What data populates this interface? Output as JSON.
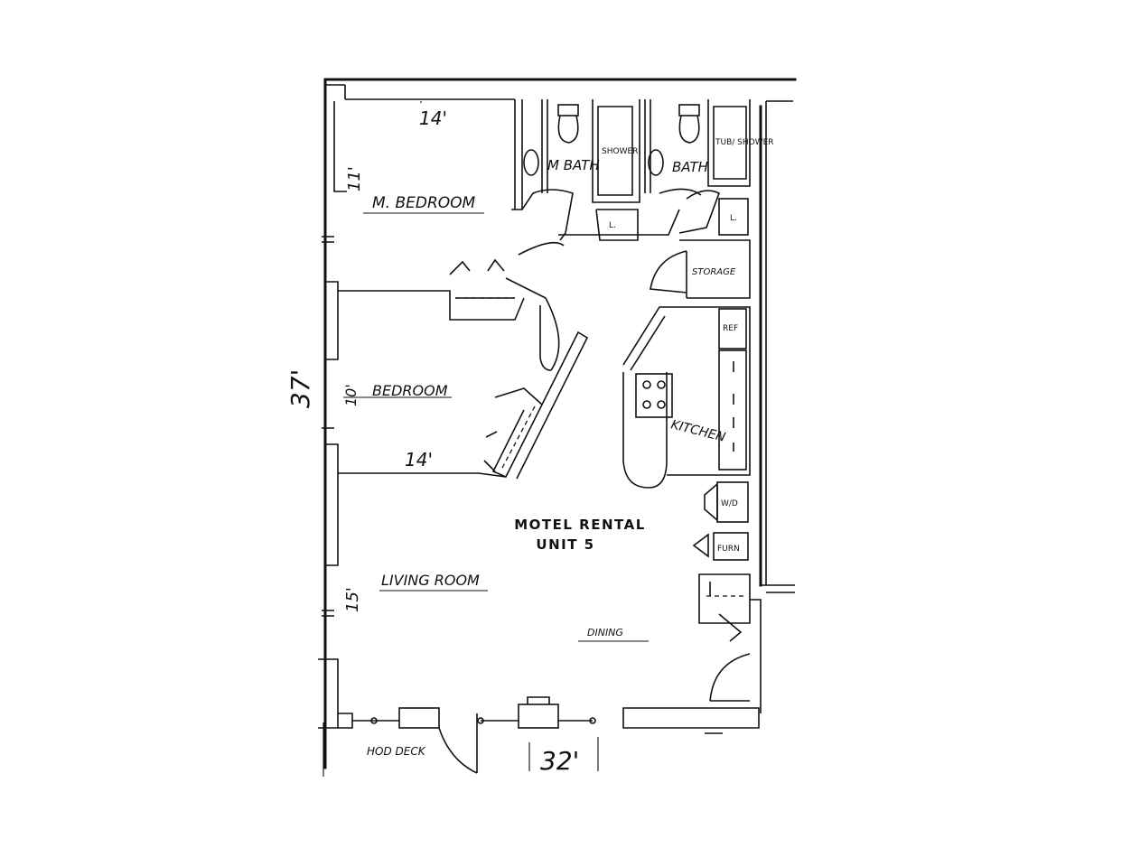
{
  "title": {
    "line1": "MOTEL RENTAL",
    "line2": "UNIT 5"
  },
  "rooms": {
    "master_bedroom": "M. BEDROOM",
    "bedroom": "BEDROOM",
    "living_room": "LIVING ROOM",
    "dining": "DINING",
    "kitchen": "KITCHEN",
    "storage": "STORAGE",
    "master_bath": "M BATH",
    "bath": "BATH",
    "deck": "HOD DECK"
  },
  "fixtures": {
    "master_shower": "SHOWER",
    "tub_shower": "TUB/ SHOWER",
    "linen_1": "L.",
    "linen_2": "L.",
    "refrigerator": "REF",
    "washer_dryer": "W/D",
    "furnace": "FURN"
  },
  "dimensions": {
    "mbed_width": "14'",
    "mbed_depth": "11'",
    "bed_width": "14'",
    "bed_depth": "10'",
    "living_depth": "15'",
    "overall_depth": "37'",
    "overall_width": "32'"
  }
}
